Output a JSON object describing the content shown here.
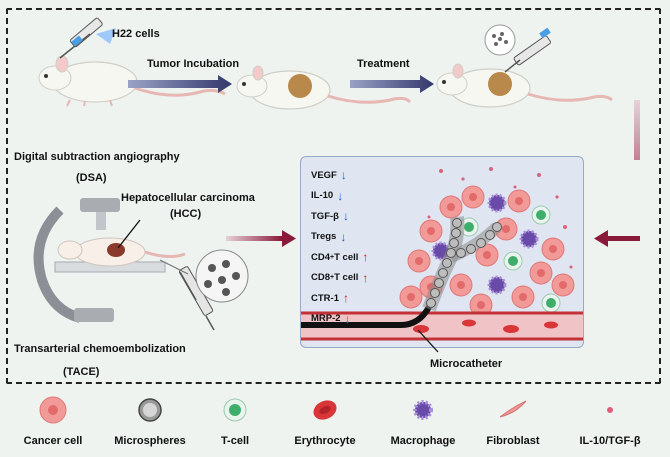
{
  "labels": {
    "h22": "H22 cells",
    "tumor_incubation": "Tumor Incubation",
    "treatment": "Treatment",
    "dsa_title": "Digital subtraction angiography",
    "dsa_abbr": "(DSA)",
    "hcc_title": "Hepatocellular carcinoma",
    "hcc_abbr": "(HCC)",
    "tace_title": "Transarterial chemoembolization",
    "tace_abbr": "(TACE)",
    "microcatheter": "Microcatheter"
  },
  "markers": [
    {
      "name": "VEGF",
      "sup": "",
      "arrow": "↓",
      "dir": "down"
    },
    {
      "name": "IL-10",
      "sup": "",
      "arrow": "↓",
      "dir": "down"
    },
    {
      "name": "TGF-β",
      "sup": "",
      "arrow": "↓",
      "dir": "down"
    },
    {
      "name": "Tregs",
      "sup": "",
      "arrow": "↓",
      "dir": "down"
    },
    {
      "name": "CD4",
      "sup": "+",
      "suffix": "T cell",
      "arrow": "↑",
      "dir": "up"
    },
    {
      "name": "CD8",
      "sup": "+",
      "suffix": "T cell",
      "arrow": "↑",
      "dir": "up"
    },
    {
      "name": "CTR-1",
      "sup": "",
      "arrow": "↑",
      "dir": "up"
    },
    {
      "name": "MRP-2",
      "sup": "",
      "arrow": "↓",
      "dir": "down"
    }
  ],
  "legend": [
    {
      "label": "Cancer cell",
      "icon": "cancer-cell-icon"
    },
    {
      "label": "Microspheres",
      "icon": "microsphere-icon"
    },
    {
      "label": "T-cell",
      "icon": "t-cell-icon"
    },
    {
      "label": "Erythrocyte",
      "icon": "erythrocyte-icon"
    },
    {
      "label": "Macrophage",
      "icon": "macrophage-icon"
    },
    {
      "label": "Fibroblast",
      "icon": "fibroblast-icon"
    },
    {
      "label": "IL-10/TGF-β",
      "icon": "cytokine-dot-icon"
    }
  ],
  "colors": {
    "up_arrow": "#d42020",
    "down_arrow": "#1f5fc7",
    "flow_arrow": "#8a1a3a",
    "cancer": "#f19a98",
    "tcell": "#3fae6a",
    "erythrocyte": "#d9363a",
    "macrophage": "#6a4aa8",
    "vessel": "#c23238"
  }
}
